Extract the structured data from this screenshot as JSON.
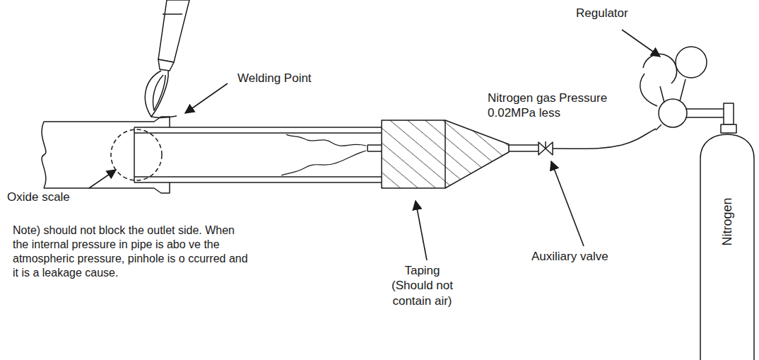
{
  "diagram": {
    "nodes": [
      {
        "text": [
          "Nitrogen"
        ]
      }
    ],
    "labels": [
      "Regulator",
      "Welding Point",
      "Nitrogen gas Pressure 0.02MPa less",
      "Oxide scale",
      "Note) should not block the outlet side. When the internal pressure in pipe is abo ve the atmospheric pressure, pinhole is o ccurred and it is a leakage cause.",
      "Taping (Should not contain air)",
      "Auxiliary valve"
    ]
  }
}
